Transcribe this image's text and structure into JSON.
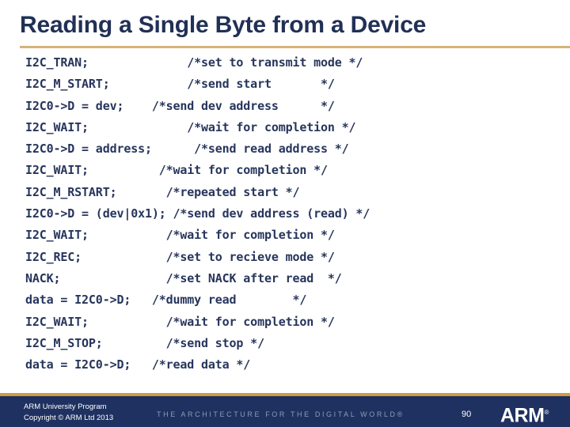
{
  "slide": {
    "title": "Reading a Single Byte from a Device",
    "accent_rule_color": "#d6b377",
    "title_color": "#213056",
    "code_color": "#27355c",
    "background_color": "#ffffff"
  },
  "code": {
    "language": "c",
    "lines": [
      "I2C_TRAN;              /*set to transmit mode */",
      "I2C_M_START;           /*send start       */",
      "I2C0->D = dev;    /*send dev address      */",
      "I2C_WAIT;              /*wait for completion */",
      "I2C0->D = address;      /*send read address */",
      "I2C_WAIT;          /*wait for completion */",
      "I2C_M_RSTART;       /*repeated start */",
      "I2C0->D = (dev|0x1); /*send dev address (read) */",
      "I2C_WAIT;           /*wait for completion */",
      "I2C_REC;            /*set to recieve mode */",
      "NACK;               /*set NACK after read  */",
      "data = I2C0->D;   /*dummy read        */",
      "I2C_WAIT;           /*wait for completion */",
      "I2C_M_STOP;         /*send stop */",
      "data = I2C0->D;   /*read data */"
    ]
  },
  "footer": {
    "background_color": "#1e3160",
    "top_border_color": "#d59a3e",
    "credits_line1": "ARM University Program",
    "credits_line2": "Copyright © ARM Ltd 2013",
    "tagline": "THE ARCHITECTURE FOR THE DIGITAL WORLD®",
    "page_number": "90",
    "logo_text": "ARM",
    "logo_registered": "®"
  }
}
